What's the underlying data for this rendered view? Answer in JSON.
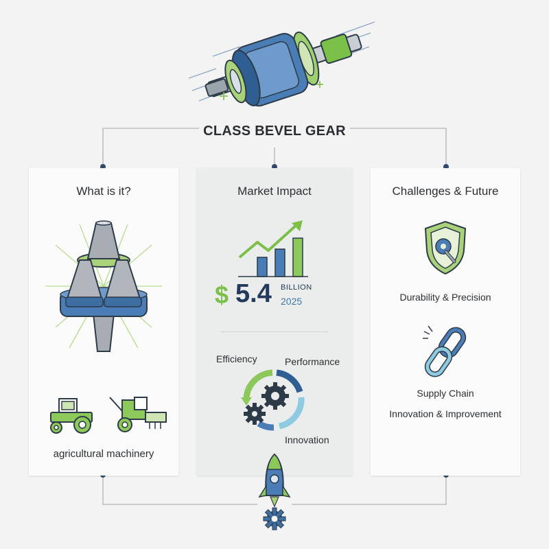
{
  "title": "CLASS BEVEL GEAR",
  "cards": {
    "what": {
      "title": "What is it?",
      "caption": "agricultural machinery"
    },
    "market": {
      "title": "Market Impact",
      "currency": "$",
      "value": "5.4",
      "unit": "BILLION",
      "year": "2025",
      "cycle": [
        "Efficiency",
        "Performance",
        "Innovation"
      ]
    },
    "challenges": {
      "title": "Challenges & Future",
      "item1": "Durability & Precision",
      "item2_line1": "Supply Chain",
      "item2_line2": "Innovation & Improvement"
    }
  },
  "icons": {
    "header": "bevel-gear-assembly-icon",
    "what": [
      "bevel-gear-cluster-icon",
      "tractor-icon",
      "combine-harvester-icon"
    ],
    "market": [
      "growth-chart-icon",
      "gear-cycle-icon"
    ],
    "challenges": [
      "shield-wrench-icon",
      "broken-chain-icon"
    ],
    "footer": "rocket-gear-icon"
  },
  "colors": {
    "green": "#8cc85a",
    "blue": "#3d77ad",
    "dark_blue": "#233a5a",
    "light_blue": "#8ecae0",
    "grey": "#8f9499"
  }
}
